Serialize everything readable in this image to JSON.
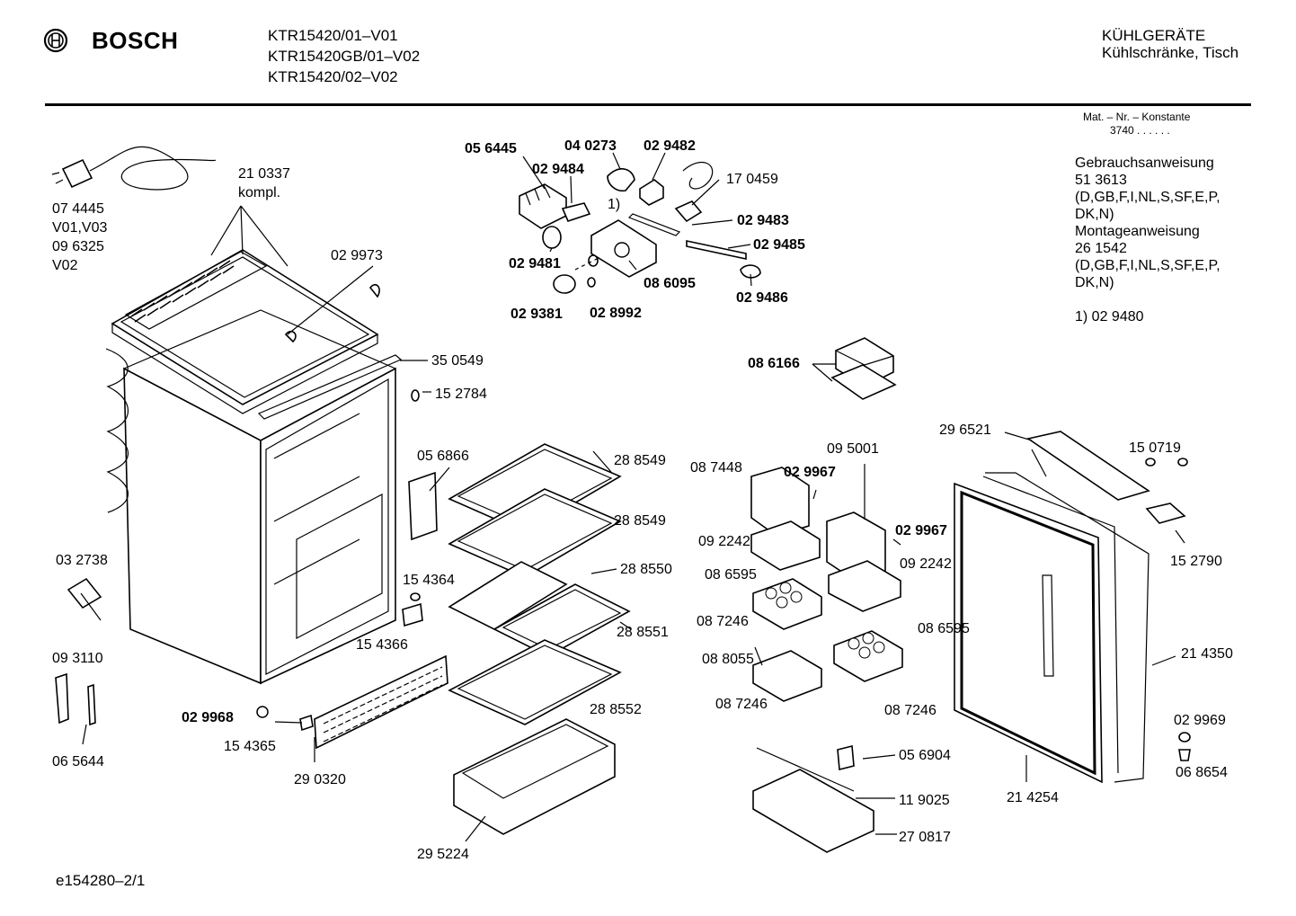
{
  "header": {
    "brand": "BOSCH",
    "models": [
      "KTR15420/01–V01",
      "KTR15420GB/01–V02",
      "KTR15420/02–V02"
    ],
    "category_line1": "KÜHLGERÄTE",
    "category_line2": "Kühlschränke, Tisch"
  },
  "info": {
    "mat_label": "Mat. – Nr. – Konstante",
    "mat_value": "3740  .  .  .  .  .  .",
    "lines": [
      "Gebrauchsanweisung",
      "51 3613",
      "(D,GB,F,I,NL,S,SF,E,P,",
      "DK,N)",
      "Montageanweisung",
      "26 1542",
      "(D,GB,F,I,NL,S,SF,E,P,",
      "DK,N)"
    ],
    "footnote": "1)  02 9480"
  },
  "footer": "e154280–2/1",
  "labels": {
    "p074445": "07 4445",
    "pV01V03": "V01,V03",
    "p096325": "09 6325",
    "pV02": "V02",
    "p210337": "21 0337",
    "kompl": "kompl.",
    "p029973": "02 9973",
    "p350549": "35 0549",
    "p152784": "15 2784",
    "p056445": "05 6445",
    "p040273": "04 0273",
    "p029482": "02 9482",
    "p029484": "02 9484",
    "p170459": "17 0459",
    "fn1": "1)",
    "p029483": "02 9483",
    "p029485": "02 9485",
    "p029481": "02 9481",
    "p086095": "08 6095",
    "p029486": "02 9486",
    "p029381": "02 9381",
    "p028992": "02 8992",
    "p086166": "08 6166",
    "p296521": "29 6521",
    "p150719": "15 0719",
    "p152790": "15 2790",
    "p056866": "05 6866",
    "p288549a": "28 8549",
    "p288549b": "28 8549",
    "p288550": "28 8550",
    "p288551": "28 8551",
    "p288552": "28 8552",
    "p087448": "08 7448",
    "p095001": "09 5001",
    "p029967a": "02 9967",
    "p029967b": "02 9967",
    "p092242a": "09 2242",
    "p092242b": "09 2242",
    "p086595a": "08 6595",
    "p086595b": "08 6595",
    "p087246a": "08 7246",
    "p087246b": "08 7246",
    "p087246c": "08 7246",
    "p088055": "08 8055",
    "p032738": "03 2738",
    "p154364": "15 4364",
    "p154366": "15 4366",
    "p093110": "09 3110",
    "p065644": "06 5644",
    "p029968": "02 9968",
    "p154365": "15 4365",
    "p290320": "29 0320",
    "p295224": "29 5224",
    "p056904": "05 6904",
    "p119025": "11 9025",
    "p270817": "27 0817",
    "p214254": "21 4254",
    "p214350": "21 4350",
    "p029969": "02 9969",
    "p068654": "06 8654"
  }
}
